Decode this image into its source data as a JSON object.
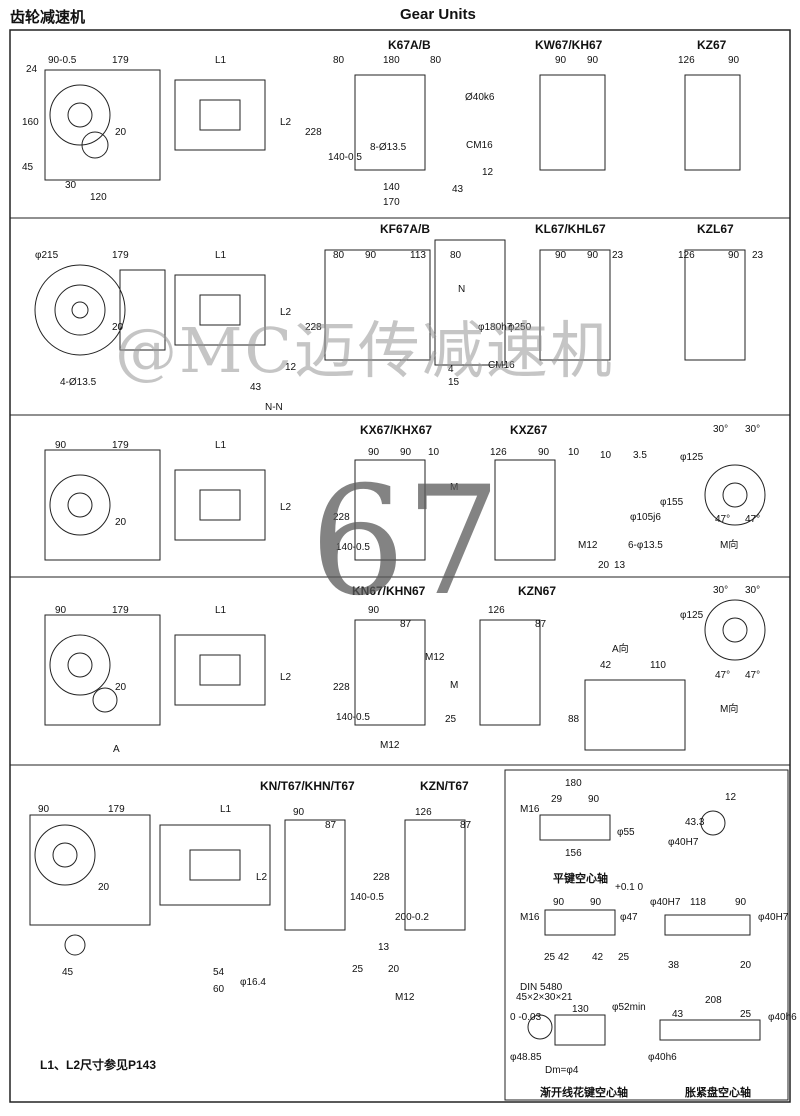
{
  "header": {
    "title_cn": "齿轮减速机",
    "title_en": "Gear Units"
  },
  "watermark": "@MC迈传减速机",
  "size_mark": "67",
  "note": "L1、L2尺寸参见P143",
  "sections": {
    "s1": {
      "titles": [
        "K67A/B",
        "KW67/KH67",
        "KZ67"
      ],
      "dims": [
        "90-0.5",
        "179",
        "L1",
        "24",
        "160",
        "L2",
        "20",
        "45",
        "30",
        "120",
        "80",
        "180",
        "80",
        "228",
        "140-0.5",
        "8-Ø13.5",
        "Ø40k6",
        "CM16",
        "140",
        "170",
        "12",
        "43",
        "90",
        "90",
        "126",
        "90"
      ]
    },
    "s2": {
      "titles": [
        "KF67A/B",
        "KL67/KHL67",
        "KZL67"
      ],
      "dims": [
        "φ215",
        "179",
        "L1",
        "L2",
        "20",
        "4-Ø13.5",
        "12",
        "43",
        "N-N",
        "80",
        "90",
        "113",
        "80",
        "228",
        "φ180h7",
        "φ250",
        "CM16",
        "15",
        "4",
        "N",
        "90",
        "90",
        "23",
        "126",
        "90",
        "23"
      ]
    },
    "s3": {
      "titles": [
        "KX67/KHX67",
        "KXZ67"
      ],
      "dims": [
        "90",
        "179",
        "L1",
        "L2",
        "20",
        "90",
        "90",
        "10",
        "126",
        "90",
        "10",
        "228",
        "140-0.5",
        "M",
        "10",
        "3.5",
        "φ105j6",
        "φ155",
        "M12",
        "6-φ13.5",
        "20",
        "13",
        "30°",
        "30°",
        "φ125",
        "47°",
        "47°",
        "M向"
      ]
    },
    "s4": {
      "titles": [
        "KN67/KHN67",
        "KZN67"
      ],
      "dims": [
        "90",
        "179",
        "L1",
        "L2",
        "20",
        "A",
        "90",
        "87",
        "126",
        "87",
        "228",
        "140-0.5",
        "M12",
        "M",
        "25",
        "M12",
        "30°",
        "30°",
        "φ125",
        "47°",
        "47°",
        "A向",
        "42",
        "110",
        "88",
        "M向"
      ]
    },
    "s5": {
      "titles": [
        "KN/T67/KHN/T67",
        "KZN/T67"
      ],
      "dims": [
        "90",
        "179",
        "L1",
        "L2",
        "20",
        "45",
        "54",
        "60",
        "φ16.4",
        "90",
        "87",
        "126",
        "87",
        "228",
        "140-0.5",
        "200-0.2",
        "13",
        "25",
        "20",
        "M12"
      ]
    },
    "hollow": {
      "keyed": {
        "caption": "平键空心轴",
        "dims": [
          "180",
          "29",
          "90",
          "M16",
          "φ55",
          "156",
          "12",
          "43.3",
          "φ40H7",
          "90",
          "90",
          "M16",
          "φ47",
          "+0.1 0",
          "25",
          "42",
          "42",
          "25"
        ]
      },
      "shrink_dims": [
        "φ40H7",
        "118",
        "90",
        "φ40H7",
        "38",
        "20"
      ],
      "spline": {
        "caption": "渐开线花键空心轴",
        "din": "DIN 5480",
        "spec": "45×2×30×21",
        "dims": [
          "130",
          "φ52min",
          "0 -0.03",
          "φ48.85",
          "Dm=φ4"
        ]
      },
      "shrink": {
        "caption": "胀紧盘空心轴",
        "dims": [
          "208",
          "43",
          "25",
          "φ40h6",
          "φ40h6"
        ]
      }
    }
  }
}
